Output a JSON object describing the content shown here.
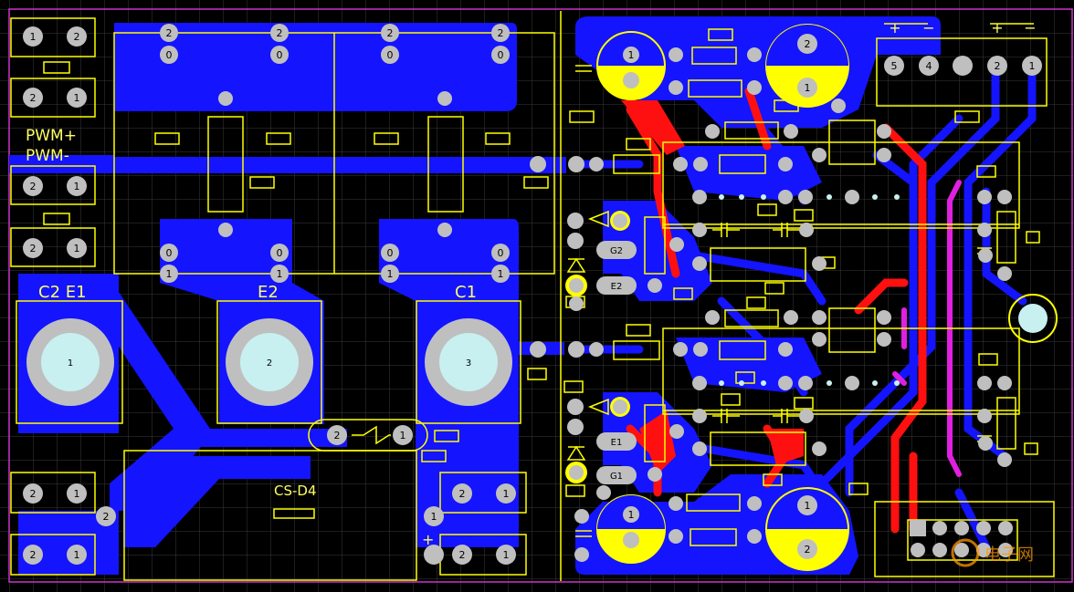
{
  "colors": {
    "background": "#000000",
    "grid": "#3a3a3a",
    "copper_bottom": "#1414ff",
    "copper_top": "#ff1010",
    "trace_magenta": "#e020e0",
    "silkscreen": "#ffff00",
    "pad": "#bfbfbf",
    "board_outline": "#cc33cc"
  },
  "labels": {
    "pwm_plus": "PWM+",
    "pwm_minus": "PWM-",
    "c2e1": "C2 E1",
    "e2": "E2",
    "c1": "C1",
    "csd4": "CS-D4",
    "g2": "G2",
    "e2_small": "E2",
    "e1_small": "E1",
    "g1": "G1",
    "plus1": "+",
    "minus1": "−",
    "plus2": "+",
    "minus2": "−",
    "plus_small": "+"
  },
  "pins": {
    "p1": "1",
    "p2": "2",
    "p0": "0",
    "p3": "3",
    "p4": "4",
    "p5": "5"
  },
  "watermark": "电子网"
}
